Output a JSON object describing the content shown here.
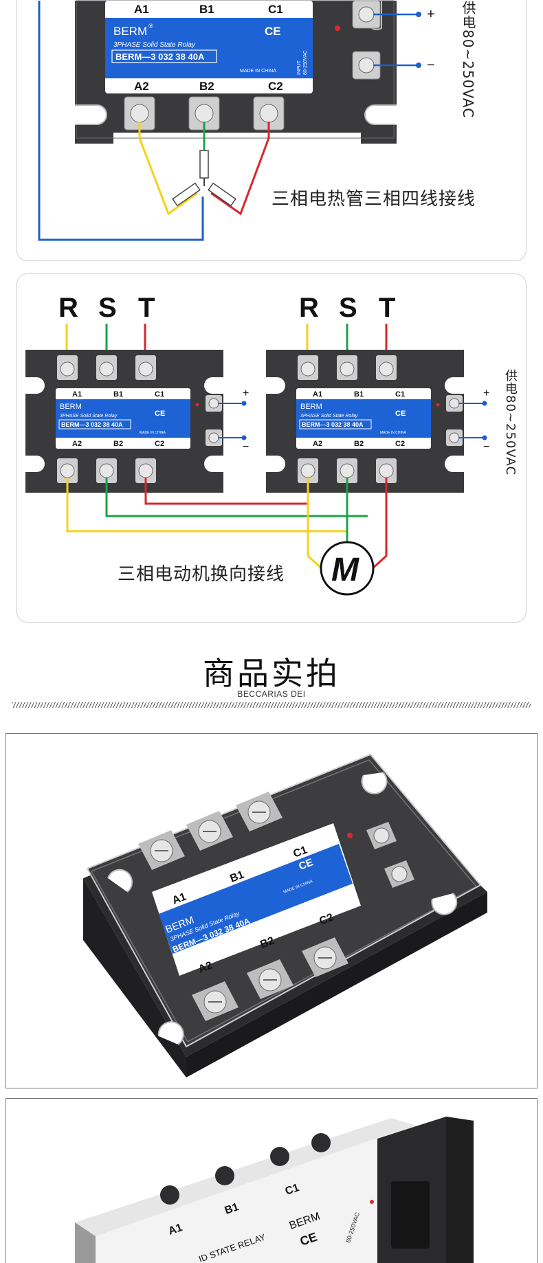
{
  "colors": {
    "relay_label_blue": "#1e63d6",
    "wire_yellow": "#f5d21a",
    "wire_green": "#1aa34a",
    "wire_red": "#d8262d",
    "wire_blue": "#1d5fc9",
    "relay_body": "#3a3a3c"
  },
  "relay": {
    "brand": "BERM",
    "registered": "®",
    "subtitle": "3PHASE Solid State Rolay",
    "model": "BERM—3 032 38 40A",
    "made_in": "MADE IN CHINA",
    "input": "INPUT",
    "input_range": "80-250VAC",
    "ce": "CE",
    "terminals_top": [
      "A1",
      "B1",
      "C1"
    ],
    "terminals_bottom": [
      "A2",
      "B2",
      "C2"
    ],
    "plus": "+",
    "minus": "−",
    "small_model": "BERM—3 032 38 40A"
  },
  "section1": {
    "power_label": "供电80~250VAC",
    "caption": "三相电热管三相四线接线"
  },
  "section2": {
    "phases": [
      "R",
      "S",
      "T"
    ],
    "power_label": "供电80~250VAC",
    "caption": "三相电动机换向接线",
    "motor": "M"
  },
  "products": {
    "title": "商品实拍",
    "subtitle": "BECCARIAS DEI"
  },
  "photo2": {
    "labels": [
      "A1",
      "B1",
      "C1"
    ],
    "text": "ID STATE RELAY",
    "brand": "BERM",
    "ce": "CE",
    "input": "80-250VAC"
  }
}
